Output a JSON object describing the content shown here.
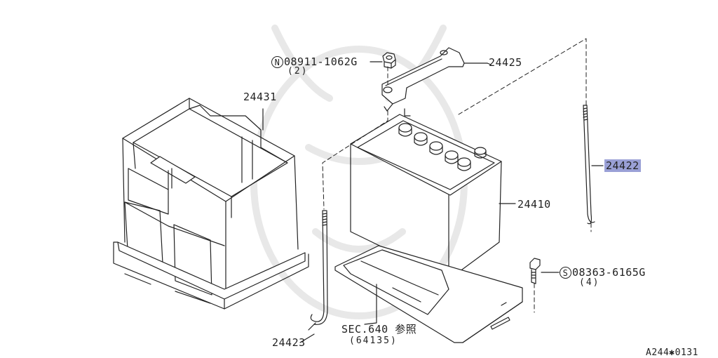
{
  "labels": {
    "nut_prefix": "N",
    "nut_part": "08911-1062G",
    "nut_qty": "(2)",
    "clamp_bracket": "24425",
    "battery_box": "24431",
    "rod_right": "24422",
    "battery": "24410",
    "bolt_prefix": "S",
    "bolt_part": "08363-6165G",
    "bolt_qty": "(4)",
    "rod_left": "24423",
    "tray_sec": "SEC.640 参照",
    "tray_part": "(64135)",
    "figure_code": "A244✱0131"
  },
  "highlight_color": "#9aa0d6"
}
